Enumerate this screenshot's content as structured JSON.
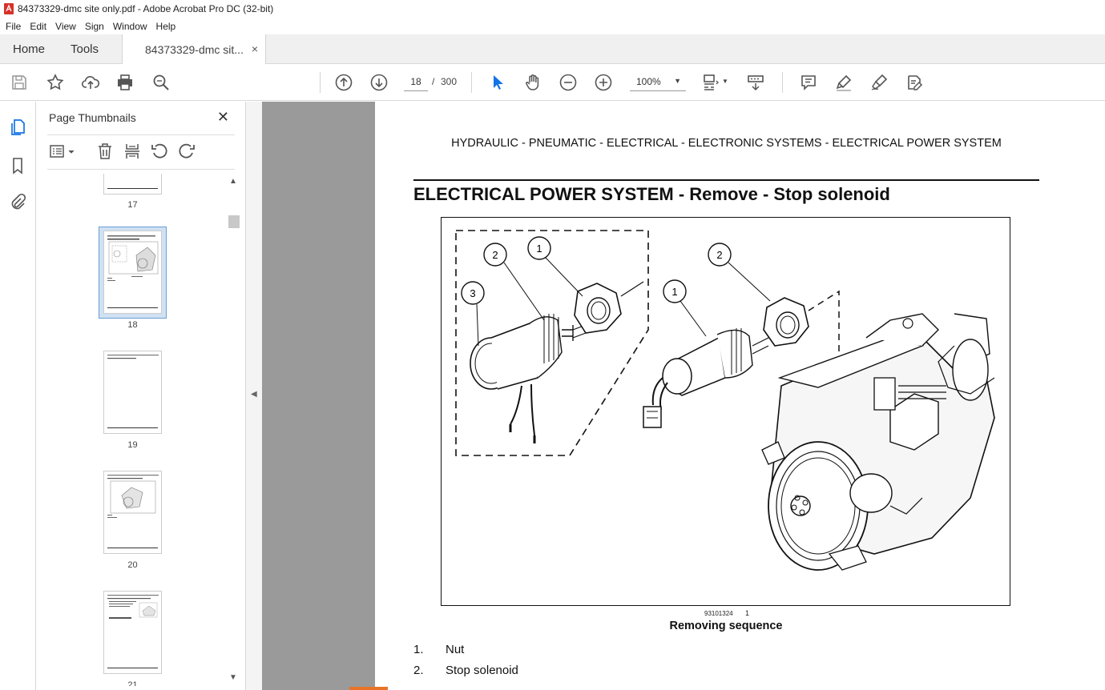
{
  "window": {
    "title": "84373329-dmc site only.pdf - Adobe Acrobat Pro DC (32-bit)"
  },
  "menu": [
    "File",
    "Edit",
    "View",
    "Sign",
    "Window",
    "Help"
  ],
  "tabs": {
    "home": "Home",
    "tools": "Tools",
    "document": "84373329-dmc sit...",
    "close": "×"
  },
  "toolbar": {
    "current_page": "18",
    "separator": "/",
    "total_pages": "300",
    "zoom": "100%",
    "icons": [
      "save-icon",
      "bookmark-star-icon",
      "upload-icon",
      "print-icon",
      "find-icon",
      "prev-page-icon",
      "next-page-icon",
      "select-arrow-icon",
      "hand-icon",
      "zoom-out-icon",
      "zoom-in-icon",
      "fit-page-icon",
      "scroll-mode-icon",
      "comment-icon",
      "highlight-icon",
      "sign-icon",
      "edit-pdf-icon"
    ]
  },
  "panel": {
    "title": "Page Thumbnails",
    "close": "✕",
    "thumbnails": [
      {
        "label": "17"
      },
      {
        "label": "18",
        "selected": true
      },
      {
        "label": "19"
      },
      {
        "label": "20"
      },
      {
        "label": "21"
      }
    ]
  },
  "document": {
    "header": "HYDRAULIC - PNEUMATIC - ELECTRICAL - ELECTRONIC SYSTEMS - ELECTRICAL POWER SYSTEM",
    "heading": "ELECTRICAL POWER SYSTEM - Remove - Stop solenoid",
    "figure_code": "93101324",
    "figure_number": "1",
    "callouts": [
      "1",
      "2",
      "3",
      "1",
      "2"
    ],
    "caption": "Removing sequence",
    "list": [
      {
        "num": "1.",
        "text": "Nut"
      },
      {
        "num": "2.",
        "text": "Stop solenoid"
      }
    ]
  }
}
